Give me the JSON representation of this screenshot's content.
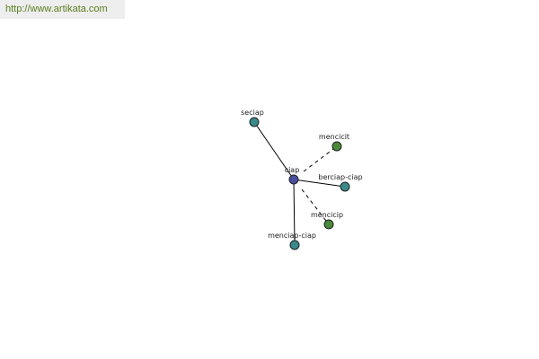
{
  "header": {
    "url_text": "http://www.artikata.com"
  },
  "colors": {
    "center_node": "#4a4e9e",
    "synonym_node": "#3a8a8a",
    "related_node": "#4a8a3a"
  },
  "graph": {
    "center": {
      "id": "ciap",
      "label": "ciap",
      "kind": "center"
    },
    "nodes": [
      {
        "id": "seciap",
        "label": "seciap",
        "kind": "synonym",
        "edge": "solid"
      },
      {
        "id": "mencicit",
        "label": "mencicit",
        "kind": "related",
        "edge": "dashed"
      },
      {
        "id": "berciap-ciap",
        "label": "berciap-ciap",
        "kind": "synonym",
        "edge": "solid"
      },
      {
        "id": "mencicip",
        "label": "mencicip",
        "kind": "related",
        "edge": "dashed"
      },
      {
        "id": "menciap-ciap",
        "label": "menciap-ciap",
        "kind": "synonym",
        "edge": "solid"
      }
    ]
  }
}
